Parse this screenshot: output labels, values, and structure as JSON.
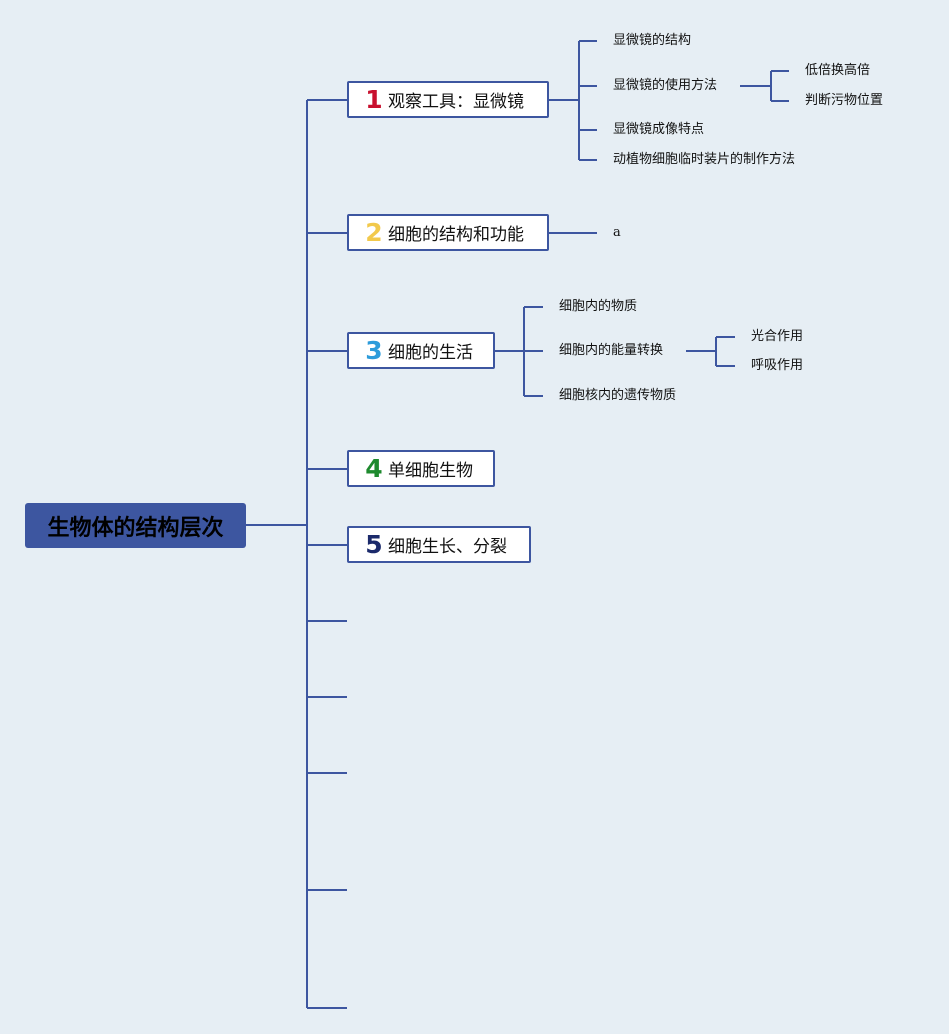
{
  "root": {
    "label": "生物体的结构层次"
  },
  "topics": [
    {
      "number": "1",
      "number_color": "#c8102e",
      "label": "观察工具：显微镜",
      "children": [
        {
          "label": "显微镜的结构",
          "children": []
        },
        {
          "label": "显微镜的使用方法",
          "children": [
            "低倍换高倍",
            "判断污物位置"
          ]
        },
        {
          "label": "显微镜成像特点",
          "children": []
        },
        {
          "label": "动植物细胞临时装片的制作方法",
          "children": []
        }
      ]
    },
    {
      "number": "2",
      "number_color": "#f2c94c",
      "label": "细胞的结构和功能",
      "children": [
        {
          "label": "a",
          "children": []
        }
      ]
    },
    {
      "number": "3",
      "number_color": "#2d9cdb",
      "label": "细胞的生活",
      "children": [
        {
          "label": "细胞内的物质",
          "children": []
        },
        {
          "label": "细胞内的能量转换",
          "children": [
            "光合作用",
            "呼吸作用"
          ]
        },
        {
          "label": "细胞核内的遗传物质",
          "children": []
        }
      ]
    },
    {
      "number": "4",
      "number_color": "#1e8a2e",
      "label": "单细胞生物",
      "children": []
    },
    {
      "number": "5",
      "number_color": "#1b2a6b",
      "label": "细胞生长、分裂",
      "children": []
    }
  ],
  "empty_branch_count": 5,
  "colors": {
    "background": "#e6eef4",
    "connector": "#3d56a0",
    "root_fill": "#3d56a0"
  }
}
